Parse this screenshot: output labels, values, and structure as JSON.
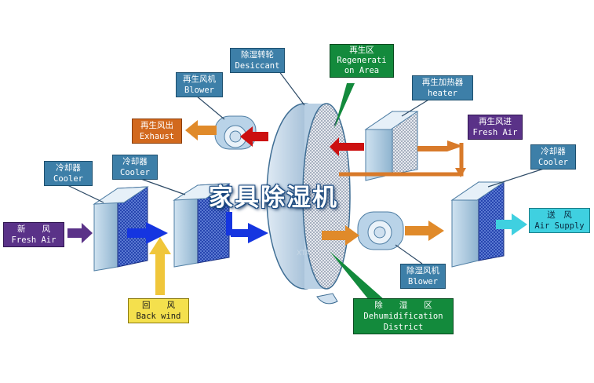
{
  "watermark": "家具除湿机",
  "wheel_mark": "XTA",
  "labels": {
    "desiccant": {
      "zh": "除湿转轮",
      "en": "Desiccant"
    },
    "regen_area": {
      "zh": "再生区",
      "en1": "Regenerati",
      "en2": "on Area"
    },
    "regen_blower": {
      "zh": "再生风机",
      "en": "Blower"
    },
    "regen_heater": {
      "zh": "再生加热器",
      "en": "heater"
    },
    "exhaust": {
      "zh": "再生风出",
      "en": "Exhaust"
    },
    "fresh_in": {
      "zh": "再生风进",
      "en": "Fresh Air"
    },
    "cooler1": {
      "zh": "冷却器",
      "en": "Cooler"
    },
    "cooler2": {
      "zh": "冷却器",
      "en": "Cooler"
    },
    "cooler3": {
      "zh": "冷却器",
      "en": "Cooler"
    },
    "fresh_air": {
      "zh": "新　　风",
      "en": "Fresh Air"
    },
    "back_wind": {
      "zh": "回　　风",
      "en": "Back wind"
    },
    "supply": {
      "zh": "送　风",
      "en": "Air Supply"
    },
    "dehum_blower": {
      "zh": "除湿风机",
      "en": "Blower"
    },
    "dehum_district": {
      "zh": "除　　湿　　区",
      "en1": "Dehumidification",
      "en2": "District"
    }
  },
  "colors": {
    "label_blue": "#3d7fa8",
    "exhaust_orange": "#d2691e",
    "fresh_purple": "#5a3288",
    "supply_cyan": "#3fd0e0",
    "back_yellow": "#f4e04d",
    "district_green": "#138a3c",
    "arrow_blue": "#1535e0",
    "arrow_orange": "#e08a2a",
    "arrow_red": "#cc1010"
  }
}
